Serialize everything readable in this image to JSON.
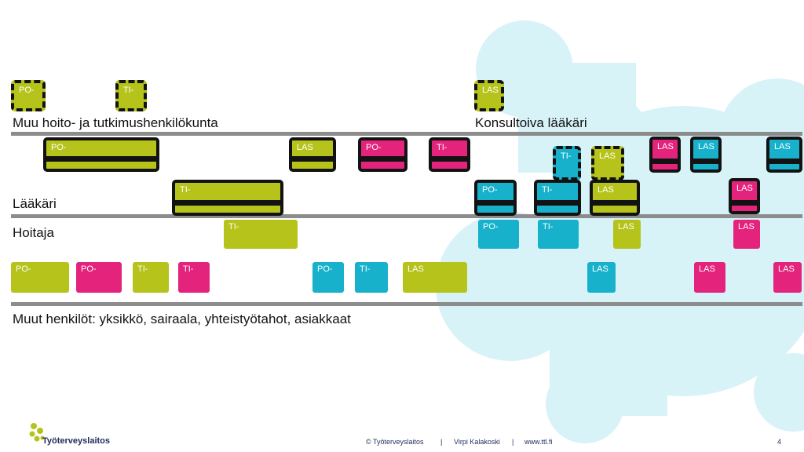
{
  "labels": {
    "muu": "Muu hoito- ja tutkimushenkilökunta",
    "konsultoiva": "Konsultoiva lääkäri",
    "laakari": "Lääkäri",
    "hoitaja": "Hoitaja",
    "muut": "Muut henkilöt: yksikkö, sairaala, yhteistyötahot, asiakkaat"
  },
  "box_labels": {
    "po": "PO-",
    "ti": "TI-",
    "las": "LAS"
  },
  "colors": {
    "green": "#b5c31a",
    "blue": "#17b1cc",
    "magenta": "#e4237d",
    "rule": "#8c8c8c",
    "outline": "#121212",
    "background_shape": "#d8f3f8"
  },
  "footer": {
    "logo": "Työterveyslaitos",
    "copyright": "© Työterveyslaitos",
    "author": "Virpi Kalakoski",
    "url": "www.ttl.fi",
    "separator": "|",
    "page": "4"
  }
}
